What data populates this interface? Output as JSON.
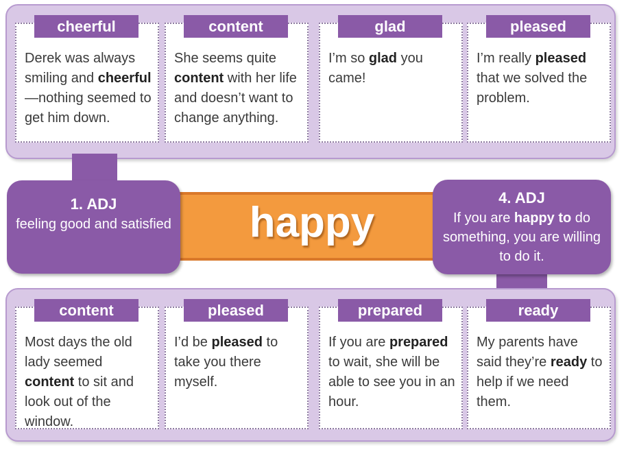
{
  "headword": "happy",
  "senses": {
    "left": {
      "number": "1. ADJ",
      "definition": "feeling good and satisfied"
    },
    "right": {
      "number": "4. ADJ",
      "definition_parts": [
        "If you are ",
        "happy to",
        " do something, you are willing to do it."
      ]
    }
  },
  "top_row": [
    {
      "word": "cheerful",
      "example_parts": [
        "Derek was always smiling and ",
        "cheerful",
        "—nothing seemed to get him down."
      ]
    },
    {
      "word": "content",
      "example_parts": [
        "She seems quite ",
        "content",
        " with her life and doesn’t want to change anything."
      ]
    },
    {
      "word": "glad",
      "example_parts": [
        "I’m so ",
        "glad",
        " you came!"
      ]
    },
    {
      "word": "pleased",
      "example_parts": [
        "I’m really ",
        "pleased",
        " that we solved the problem."
      ]
    }
  ],
  "bottom_row": [
    {
      "word": "content",
      "example_parts": [
        "Most days the old lady seemed ",
        "content",
        " to sit and look out of the window."
      ]
    },
    {
      "word": "pleased",
      "example_parts": [
        "I’d be ",
        "pleased",
        " to take you there myself."
      ]
    },
    {
      "word": "prepared",
      "example_parts": [
        "If you are ",
        "prepared",
        " to wait, she will be able to see you in an hour."
      ]
    },
    {
      "word": "ready",
      "example_parts": [
        "My parents have said they’re ",
        "ready",
        " to help if we need them."
      ]
    }
  ],
  "colors": {
    "purple": "#8a5aa7",
    "lilac": "#d9c8e6",
    "orange": "#f39a3e"
  }
}
